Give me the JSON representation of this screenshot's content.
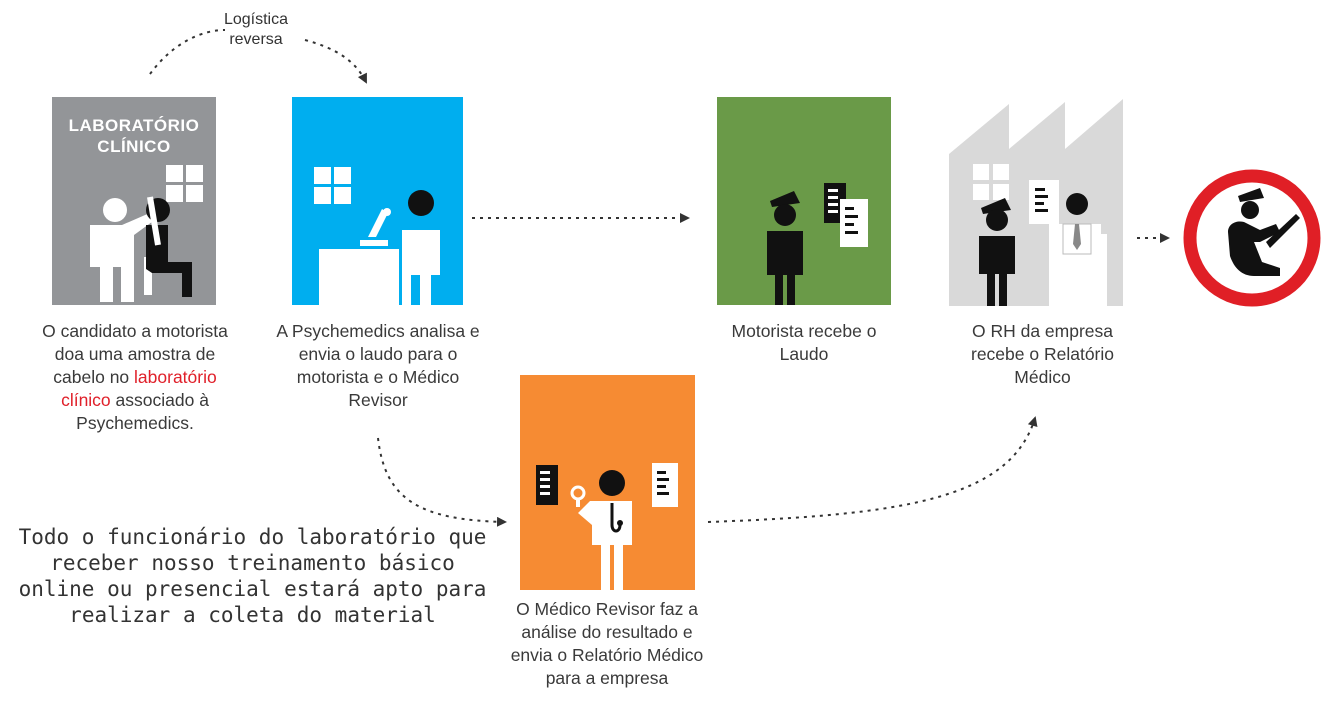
{
  "colors": {
    "lab_box": "#939598",
    "psychemedics_box": "#00aeef",
    "motorista_box": "#6a9a48",
    "medico_box": "#f68b33",
    "factory": "#d9d9d9",
    "stop_sign": "#e01f26",
    "highlight_text": "#e0202a"
  },
  "arrow_label": {
    "line1": "Logística",
    "line2": "reversa"
  },
  "laboratorio": {
    "title_line1": "LABORATÓRIO",
    "title_line2": "CLÍNICO",
    "caption_part1": "O candidato a motorista doa uma amostra de cabelo no ",
    "caption_link": "laboratório clínico",
    "caption_part2": " associado à Psychemedics."
  },
  "psychemedics": {
    "caption": "A Psychemedics analisa e envia o laudo para o motorista e o Médico Revisor"
  },
  "motorista": {
    "caption": "Motorista recebe o Laudo"
  },
  "rh": {
    "caption": "O RH da empresa recebe o Relatório Médico"
  },
  "medico": {
    "caption": "O Médico Revisor faz a análise do resultado e envia o Relatório Médico para a empresa"
  },
  "note": {
    "text": "Todo o funcionário do laboratório que receber nosso treinamento básico online ou presencial estará apto para realizar a coleta do material"
  },
  "icons": {
    "lab": "lab-technician-patient-icon",
    "psychemedics": "microscope-analyst-icon",
    "motorista": "driver-report-icon",
    "rh": "hr-factory-icon",
    "medico": "doctor-reviewer-icon",
    "final": "driver-steering-stop-icon"
  }
}
